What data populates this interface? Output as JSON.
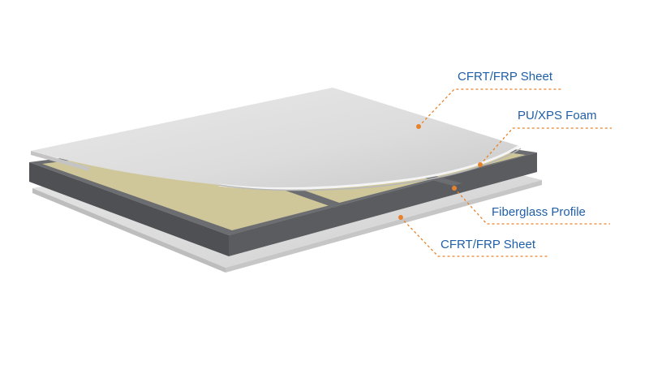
{
  "colors": {
    "label_text": "#1f5fa8",
    "leader_line": "#e8822a",
    "sheet": "#dcdcdc",
    "foam": "#cfc79a",
    "profile": "#5d5f62"
  },
  "callouts": [
    {
      "id": "top-sheet",
      "label": "CFRT/FRP Sheet"
    },
    {
      "id": "foam",
      "label": "PU/XPS Foam"
    },
    {
      "id": "profile",
      "label": "Fiberglass Profile"
    },
    {
      "id": "bottom-sheet",
      "label": "CFRT/FRP Sheet"
    }
  ]
}
